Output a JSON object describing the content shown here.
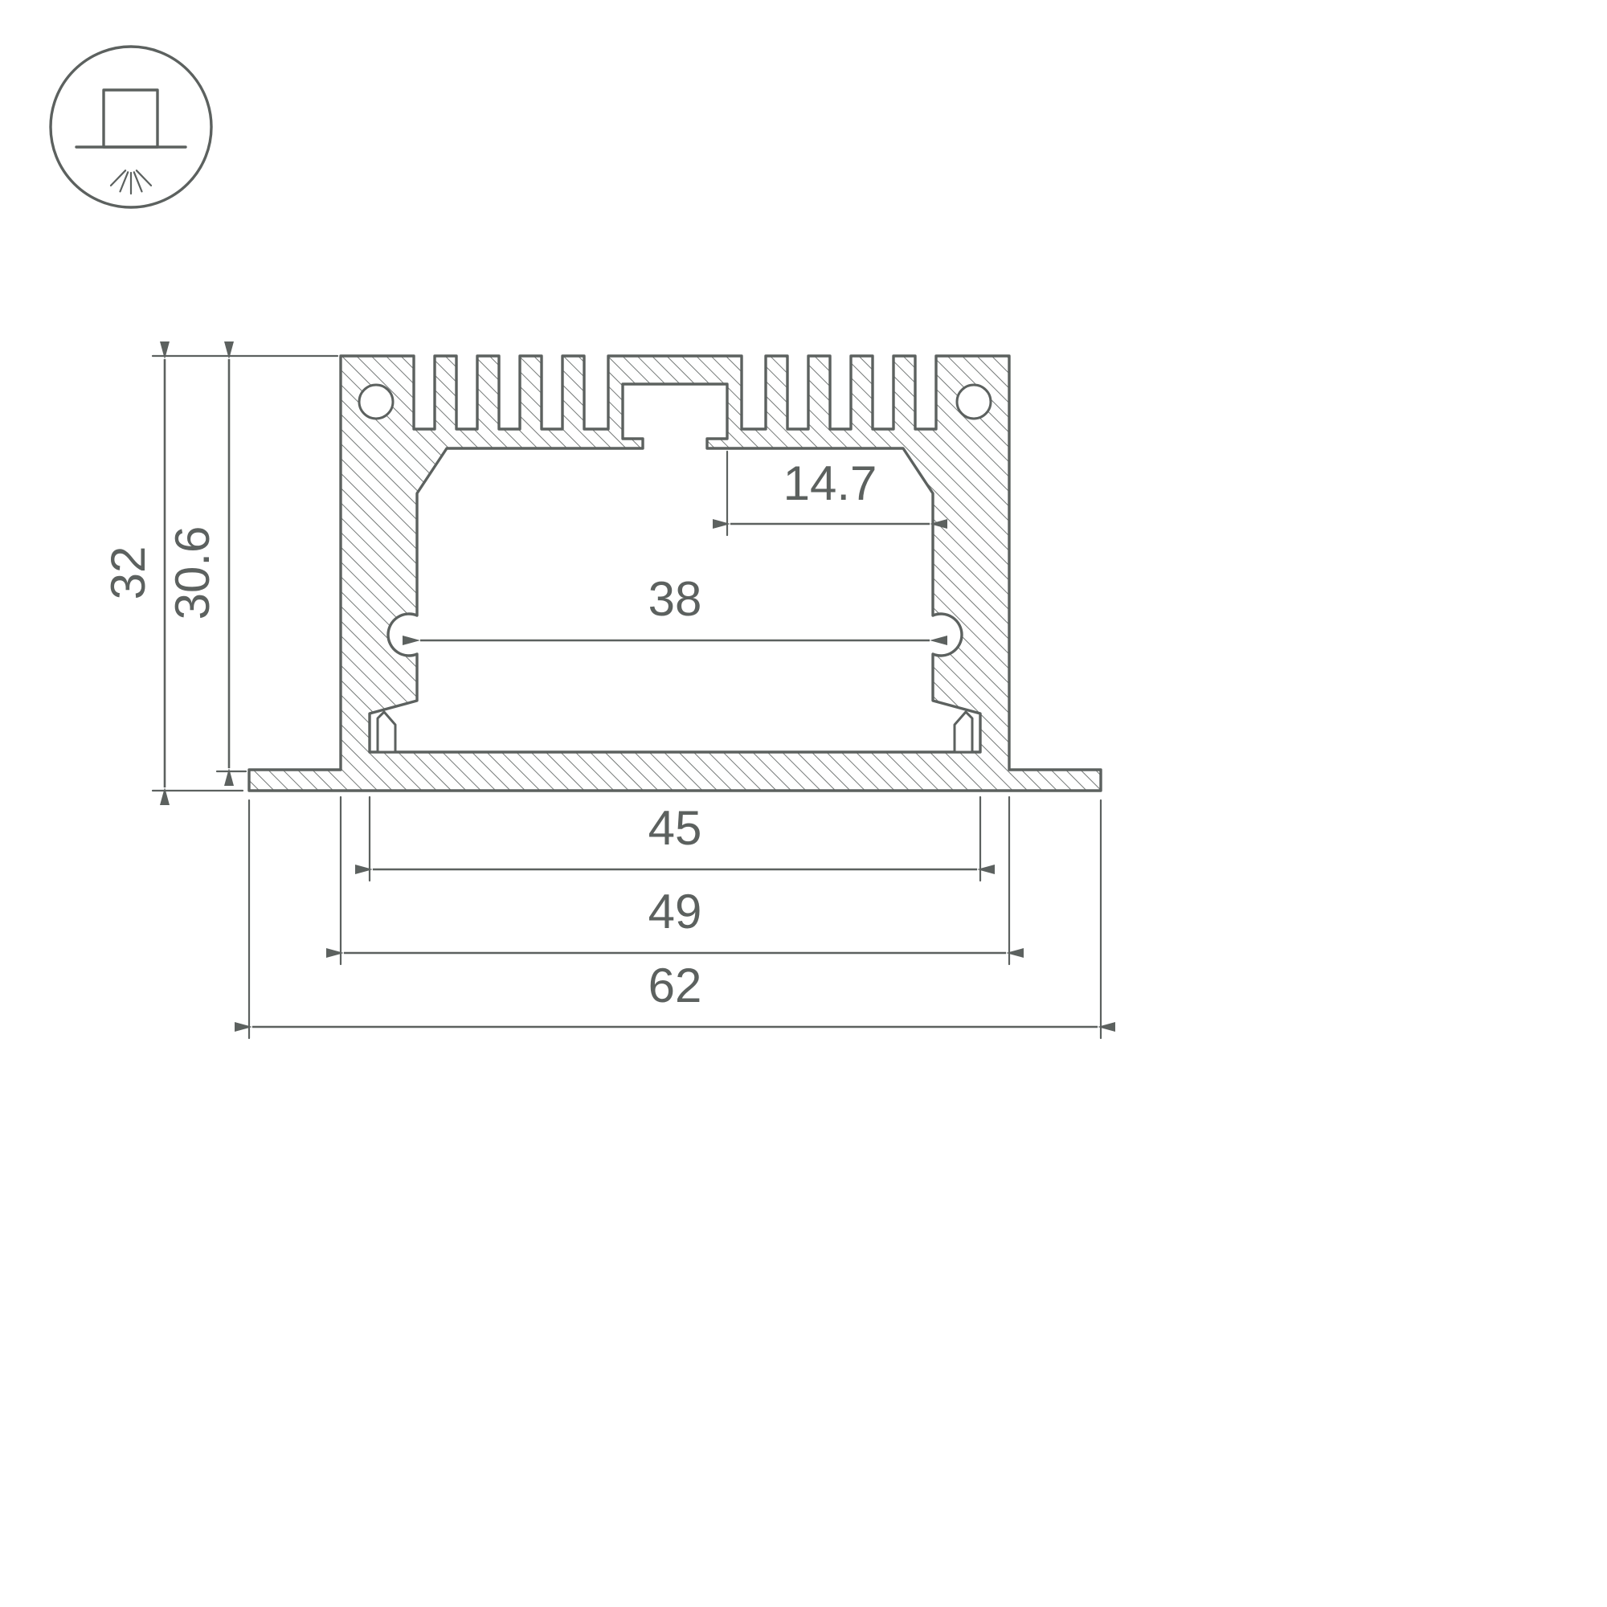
{
  "diagram": {
    "type": "technical-cross-section",
    "subject": "recessed aluminium LED profile cross-section with dimensions",
    "line_color": "#5c615f",
    "icon": {
      "name": "recessed-downlight-icon"
    },
    "dimensions": {
      "overall_height": "32",
      "inner_height": "30.6",
      "top_slot_width": "14.7",
      "cavity_width": "38",
      "opening_width": "45",
      "body_width": "49",
      "overall_width": "62"
    }
  }
}
